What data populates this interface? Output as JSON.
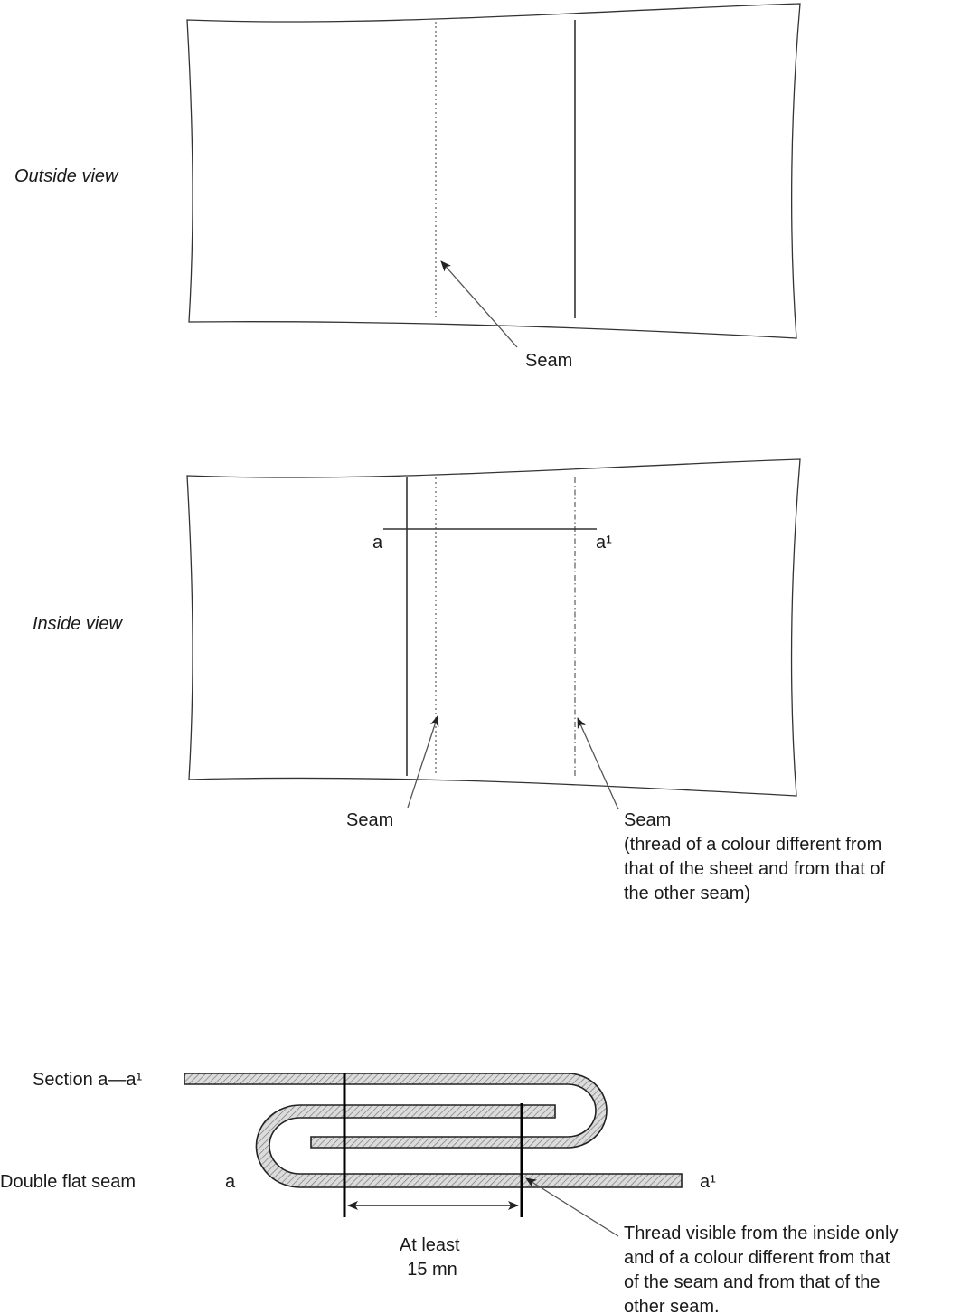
{
  "outside_view": {
    "title": "Outside view",
    "seam_label": "Seam"
  },
  "inside_view": {
    "title": "Inside view",
    "section_start": "a",
    "section_end": "a¹",
    "seam_label_left": "Seam",
    "seam_label_right_lines": [
      "Seam",
      "(thread of a colour different from",
      "that of the sheet and from that of",
      "the other seam)"
    ]
  },
  "section": {
    "title": "Section a—a¹",
    "subtitle": "Double flat seam",
    "end_left": "a",
    "end_right": "a¹",
    "dimension_lines": [
      "At least",
      "15 mn"
    ],
    "thread_note_lines": [
      "Thread  visible from the inside only",
      "and of a colour different from that",
      "of  the seam and from that of the",
      "other seam."
    ]
  }
}
